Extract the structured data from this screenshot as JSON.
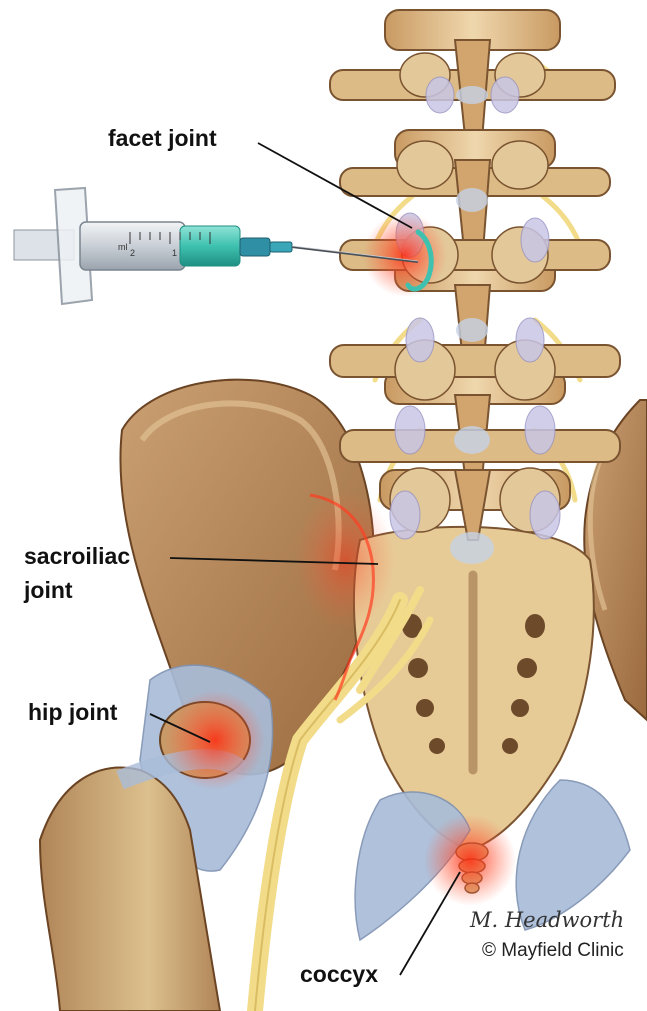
{
  "labels": {
    "facet_joint": "facet joint",
    "sacroiliac_line1": "sacroiliac",
    "sacroiliac_line2": "joint",
    "hip_joint": "hip joint",
    "coccyx": "coccyx"
  },
  "credit": {
    "signature": "M. Headworth",
    "copyright": "© Mayfield Clinic"
  },
  "syringe": {
    "scale_numbers": [
      "ml",
      "2",
      "1"
    ]
  },
  "colors": {
    "bone": "#d8b07a",
    "bone_light": "#ecd3a6",
    "bone_dark": "#9c6f3f",
    "pelvis": "#b98a5c",
    "ligament": "#a9bcd8",
    "nerve": "#f2dc8a",
    "pain_glow": "#ff2a10",
    "medication": "#3fc1b0"
  }
}
